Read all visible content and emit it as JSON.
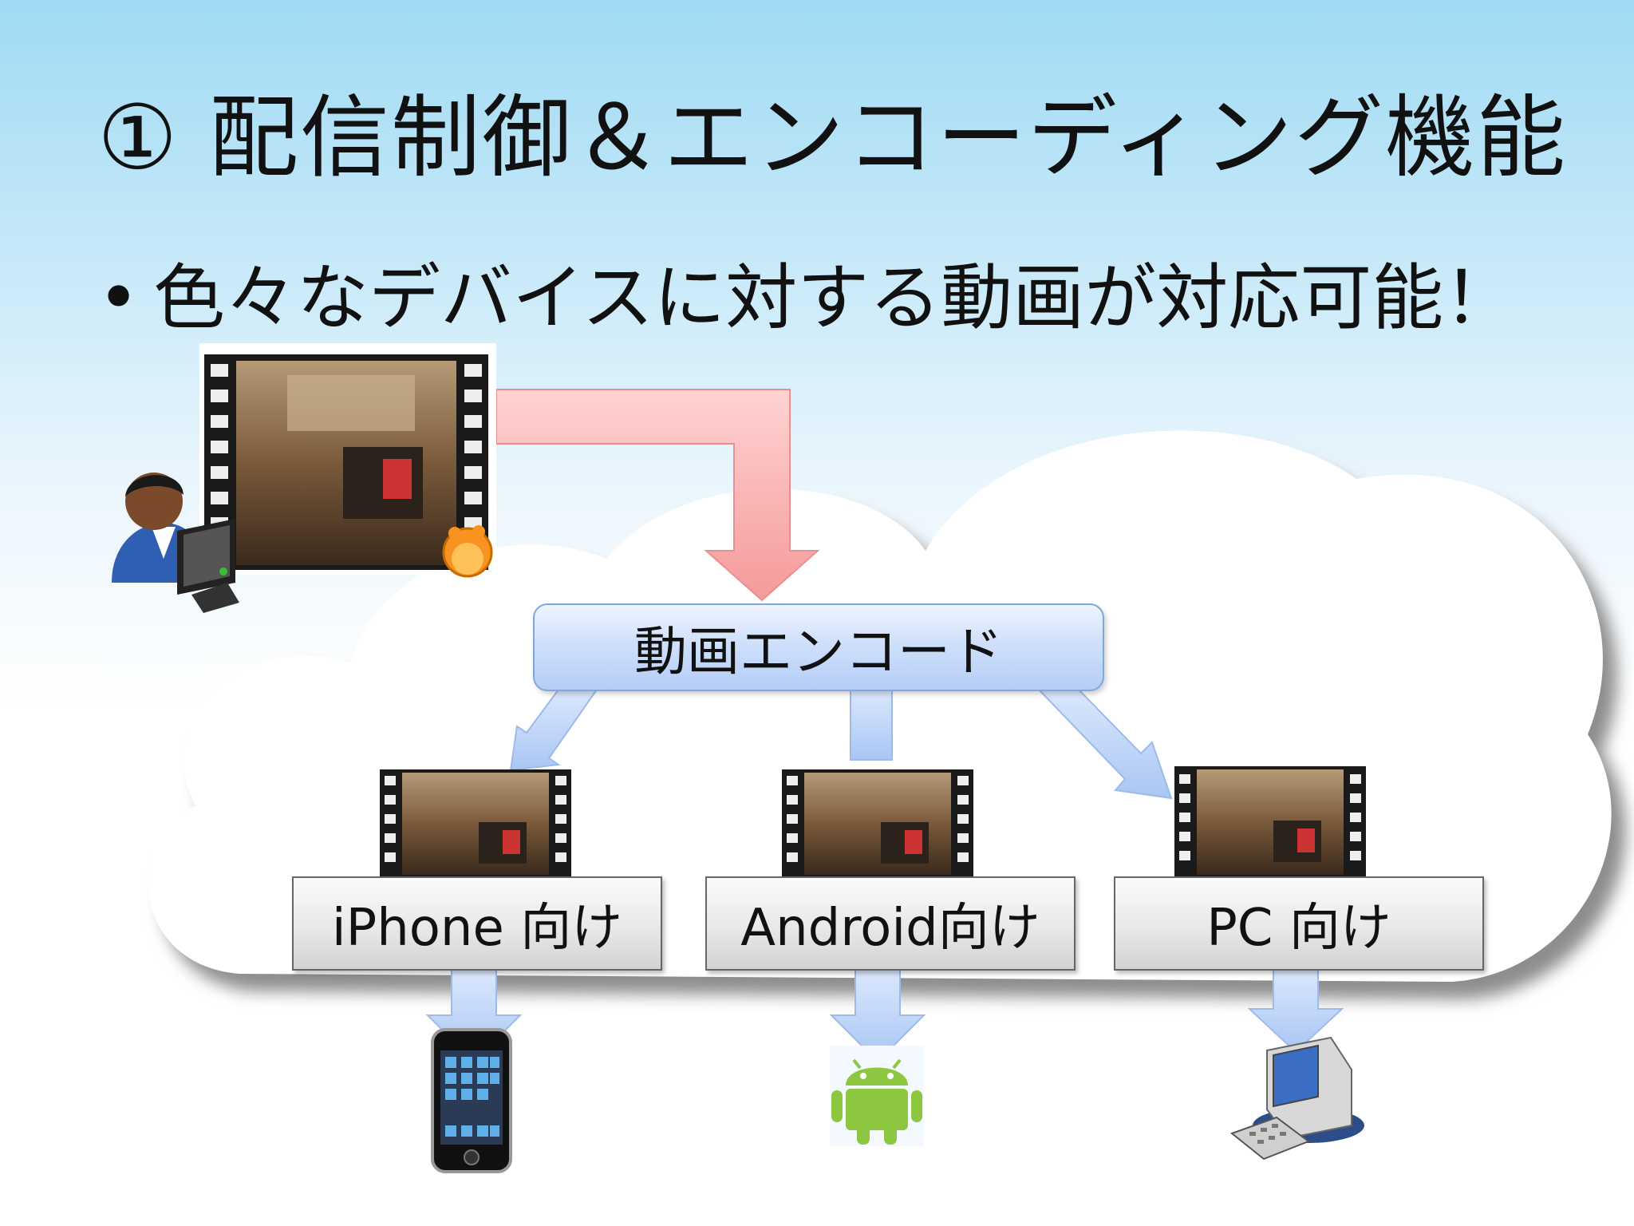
{
  "slide": {
    "title": "① 配信制御＆エンコーディング機能",
    "bullet_marker": "•",
    "bullet_text": "色々なデバイスに対する動画が対応可能！"
  },
  "diagram": {
    "encode_label": "動画エンコード",
    "targets": [
      {
        "label": "iPhone 向け",
        "device_icon": "iphone-icon"
      },
      {
        "label": "Android向け",
        "device_icon": "android-robot-icon"
      },
      {
        "label": "PC 向け",
        "device_icon": "desktop-pc-icon"
      }
    ],
    "source_icons": [
      "user-at-computer-icon",
      "film-strip-video-icon",
      "media-player-badge-icon"
    ],
    "colors": {
      "upload_arrow": "#f7a9a9",
      "encode_box": "#b4cdf6",
      "blue_arrows": "#c7dcfb",
      "target_box": "#e6e6e6",
      "cloud_shadow": "#9a9a9a",
      "android_green": "#8dc63f"
    }
  }
}
